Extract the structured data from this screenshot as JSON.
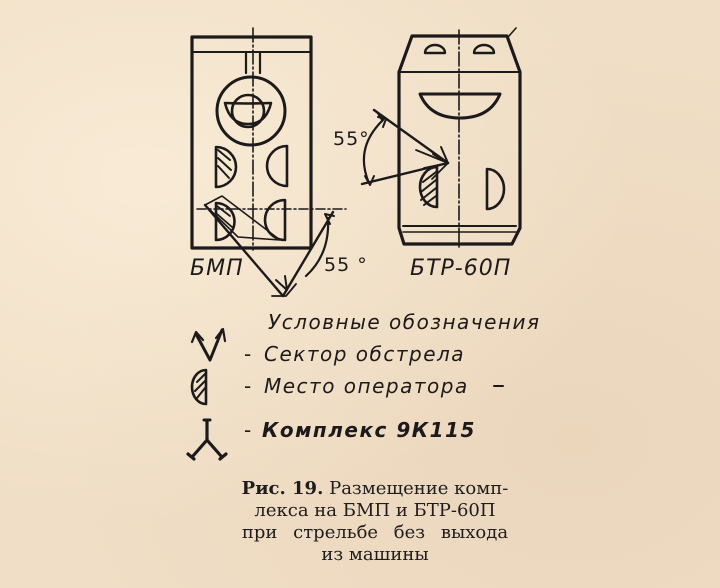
{
  "vehicles": {
    "left_label": "БМП",
    "right_label": "БТР-60П"
  },
  "angles": {
    "left": "55 °",
    "right": "55°"
  },
  "legend": {
    "title": "Условные обозначения",
    "items": [
      {
        "icon": "firing-sector-icon",
        "dash": "-",
        "label": "Сектор обстрела"
      },
      {
        "icon": "operator-position-icon",
        "dash": "-",
        "label": "Место оператора"
      },
      {
        "icon": "missile-complex-icon",
        "dash": "-",
        "label": "Комплекс 9К115"
      }
    ]
  },
  "caption": {
    "prefix": "Рис. 19.",
    "line1": "Размещение комп-",
    "line2": "лекса на БМП и БТР-60П",
    "line3": "при стрельбе без выхода",
    "line4": "из машины"
  },
  "colors": {
    "paper": "#f0dec6",
    "ink": "#1c1a1a"
  }
}
